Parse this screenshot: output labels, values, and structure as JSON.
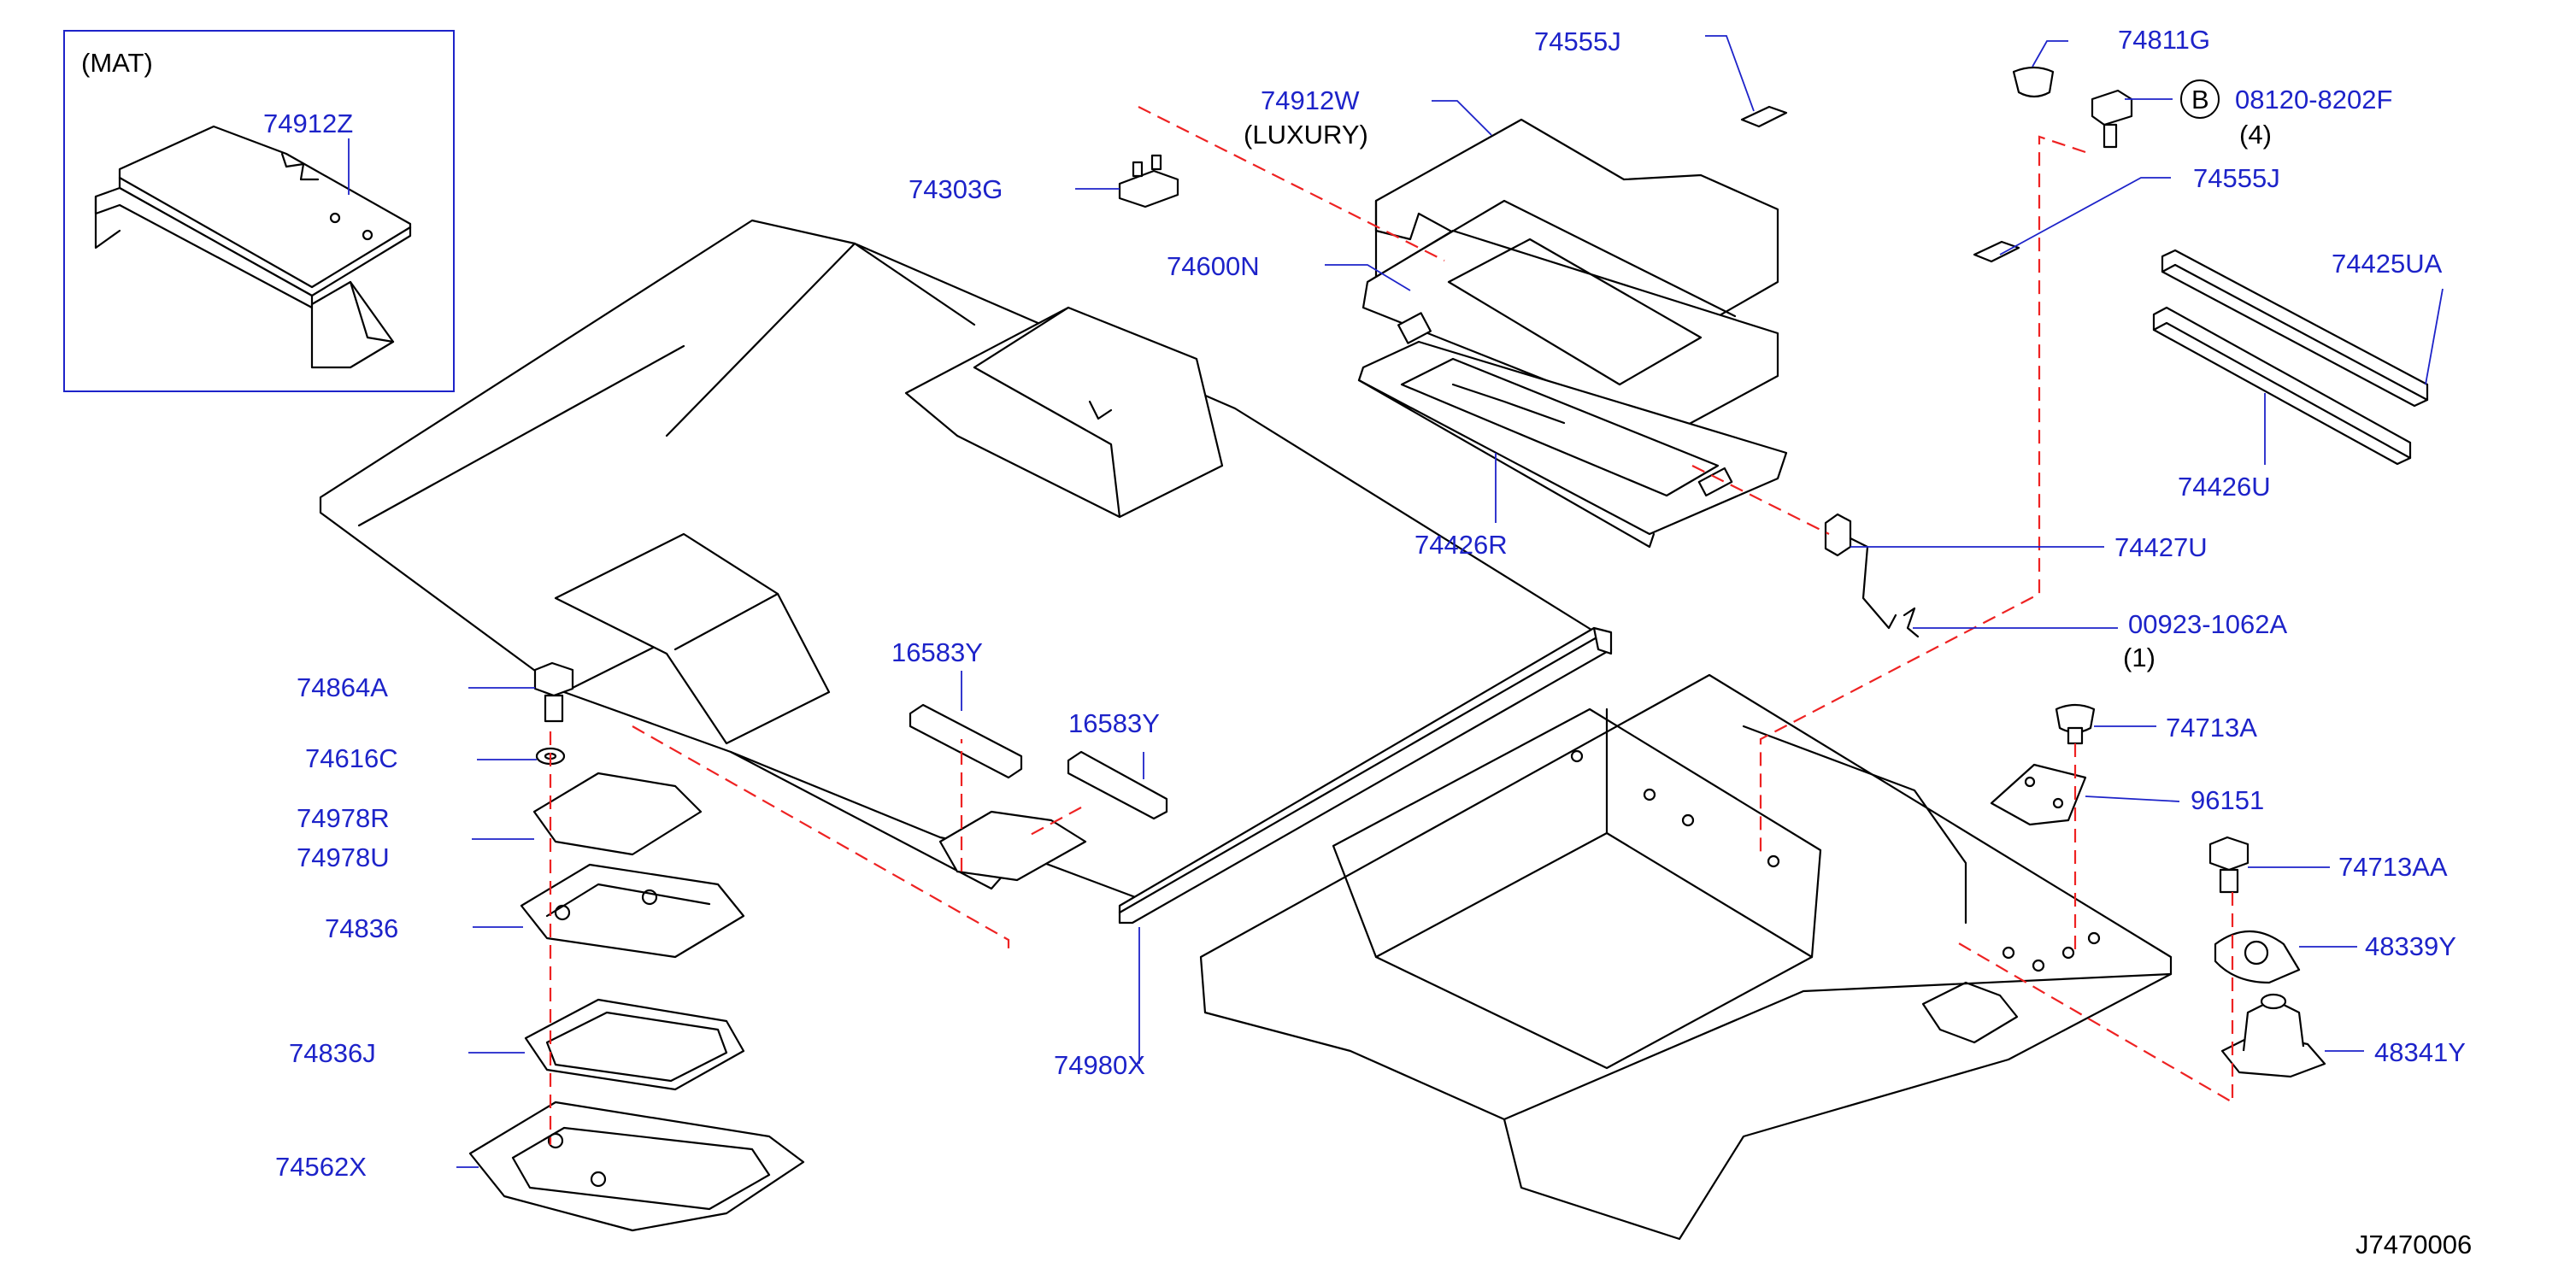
{
  "diagram_id": "J7470006",
  "accent_color": "#1d23c9",
  "callout_color": "#ee2222",
  "inset": {
    "title": "(MAT)",
    "part": "74912Z"
  },
  "parts": {
    "p74555J_top": "74555J",
    "p74811G": "74811G",
    "p74912W": "74912W",
    "p74912W_note": "(LUXURY)",
    "p08120": "08120-8202F",
    "p08120_qty": "(4)",
    "p08120_badge": "B",
    "p74303G": "74303G",
    "p74555J_mid": "74555J",
    "p74600N": "74600N",
    "p74425UA": "74425UA",
    "p74426U": "74426U",
    "p74426R": "74426R",
    "p74427U": "74427U",
    "p00923": "00923-1062A",
    "p00923_qty": "(1)",
    "p16583Y_a": "16583Y",
    "p74864A": "74864A",
    "p16583Y_b": "16583Y",
    "p74713A": "74713A",
    "p74616C": "74616C",
    "p96151": "96151",
    "p74978R": "74978R",
    "p74978U": "74978U",
    "p74713AA": "74713AA",
    "p74836": "74836",
    "p48339Y": "48339Y",
    "p74836J": "74836J",
    "p48341Y": "48341Y",
    "p74980X": "74980X",
    "p74562X": "74562X"
  }
}
